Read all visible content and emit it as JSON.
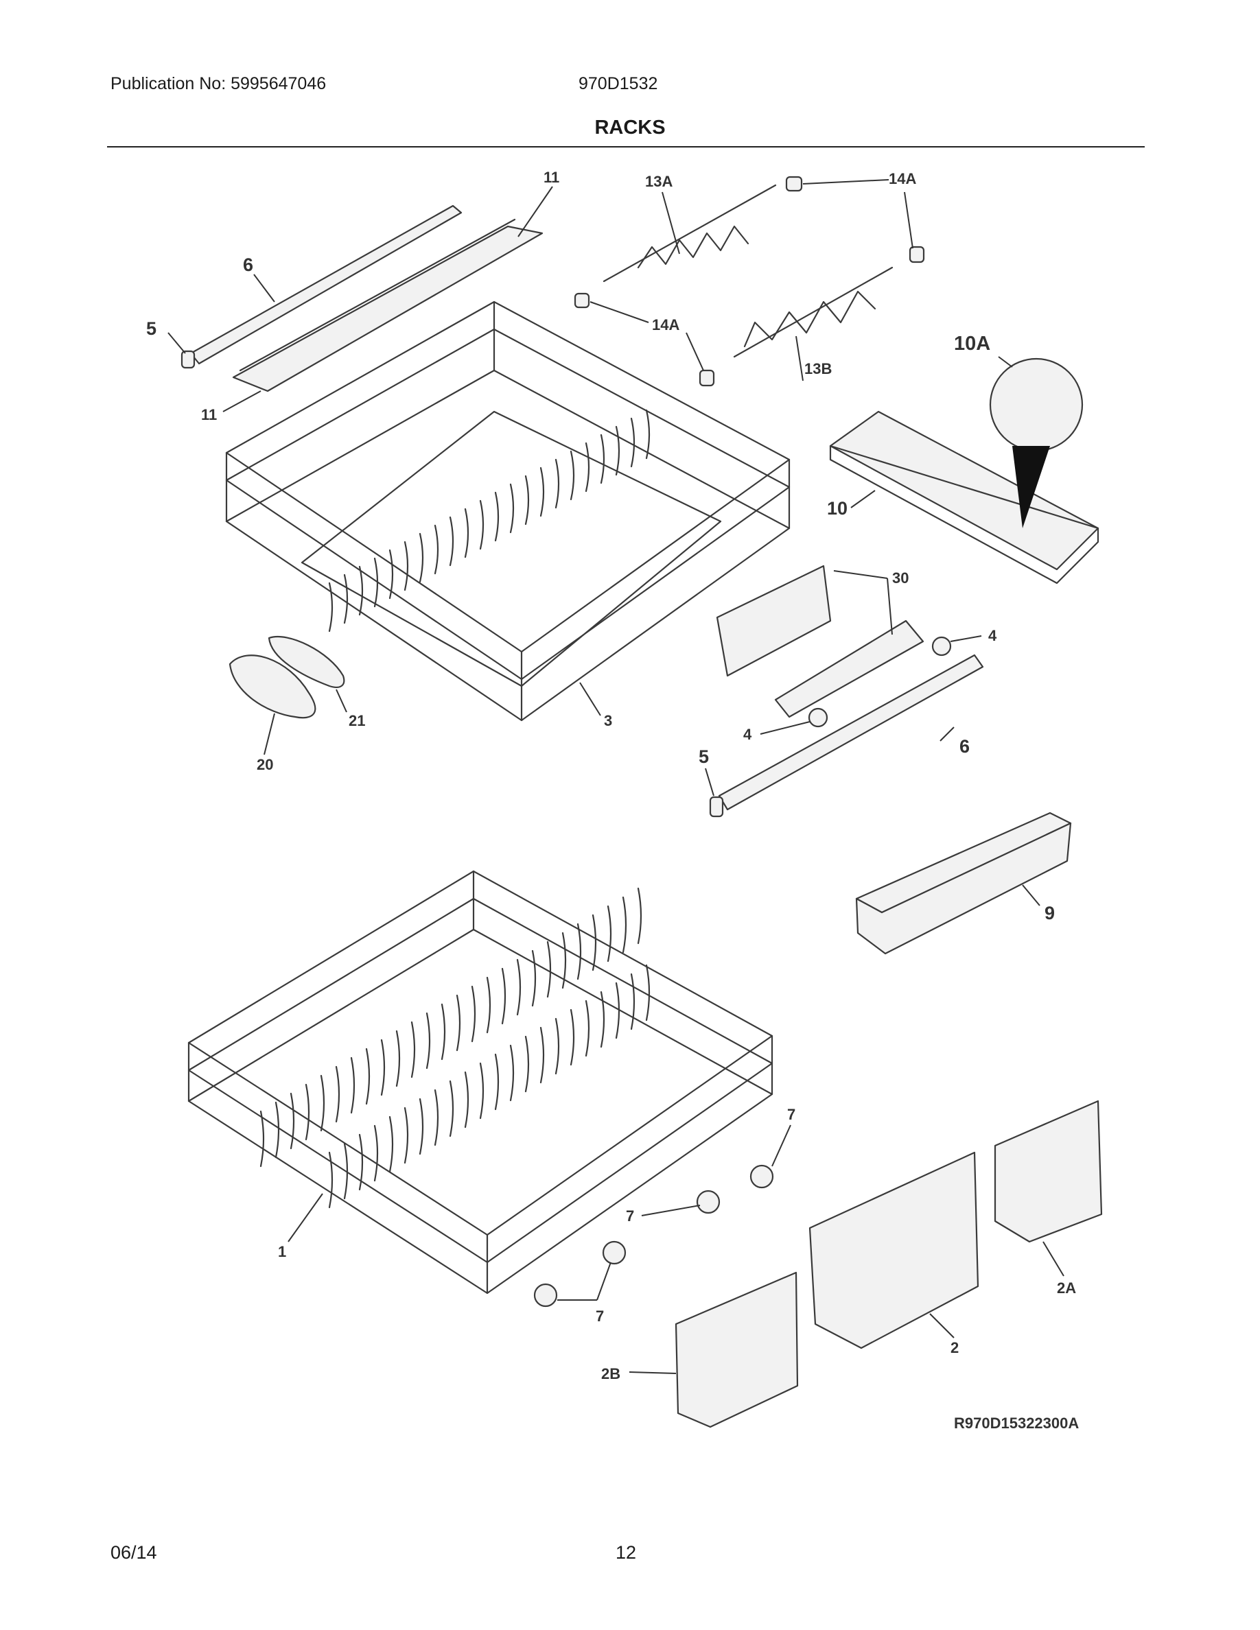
{
  "header": {
    "publication": "Publication No: 5995647046",
    "model": "970D1532",
    "title": "RACKS"
  },
  "footer": {
    "date": "06/14",
    "page": "12"
  },
  "diagram": {
    "figure_id": "R970D15322300A",
    "callouts": {
      "c11a": "11",
      "c13a": "13A",
      "c14a1": "14A",
      "c6a": "6",
      "c5a": "5",
      "c14a2": "14A",
      "c10a": "10A",
      "c13b": "13B",
      "c11b": "11",
      "c10": "10",
      "c30": "30",
      "c4a": "4",
      "c21": "21",
      "c3": "3",
      "c4b": "4",
      "c20": "20",
      "c5b": "5",
      "c6b": "6",
      "c9": "9",
      "c7a": "7",
      "c7b": "7",
      "c1": "1",
      "c7c": "7",
      "c2a": "2A",
      "c2": "2",
      "c2b": "2B"
    }
  }
}
